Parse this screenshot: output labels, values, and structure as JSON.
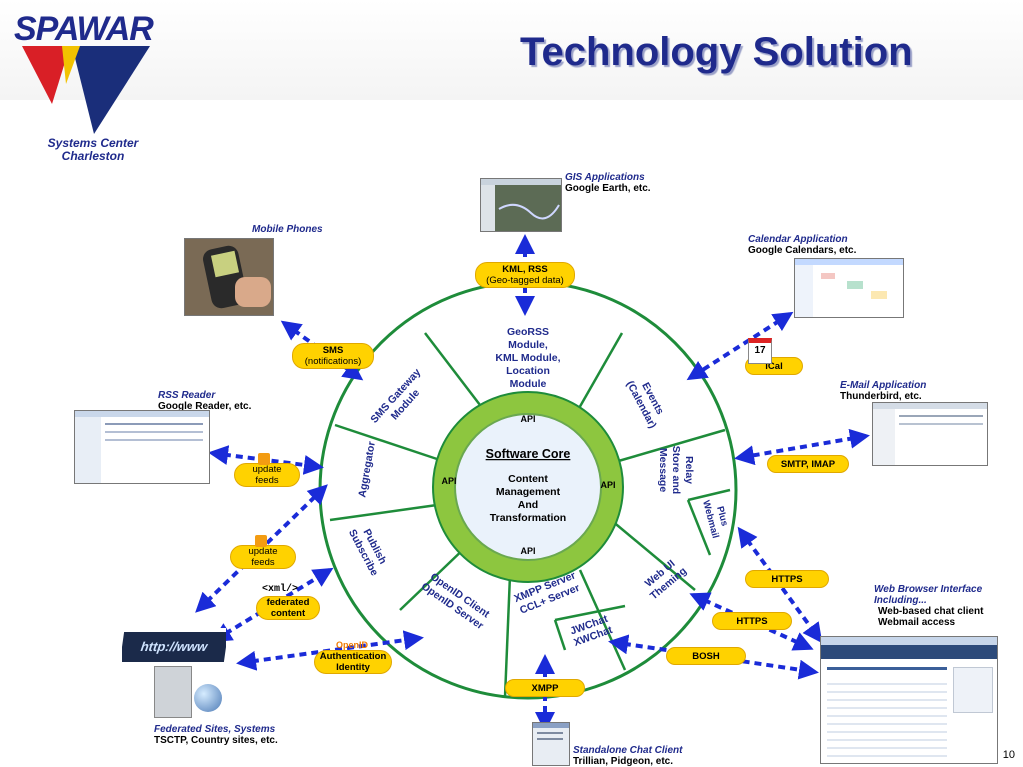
{
  "header": {
    "logo_text": "SPAWAR",
    "logo_sub": "Systems Center Charleston",
    "title": "Technology Solution"
  },
  "core": {
    "title": "Software Core",
    "body": [
      "Content",
      "Management",
      "And",
      "Transformation"
    ],
    "api_label": "API"
  },
  "segments": {
    "georss": [
      "GeoRSS",
      "Module,",
      "KML Module,",
      "Location",
      "Module"
    ],
    "events": [
      "Events",
      "(Calendar)"
    ],
    "message": [
      "Message",
      "Store and",
      "Relay"
    ],
    "webmail": [
      "Webmail",
      "Plus"
    ],
    "webui": [
      "Web UI",
      "Theming"
    ],
    "xmpp": [
      "XMPP Server",
      "CCL+ Server"
    ],
    "jwchat": [
      "JWChat",
      "XWChat"
    ],
    "openid": [
      "OpenID Client",
      "OpenID Server"
    ],
    "publish": [
      "Publish",
      "Subscribe"
    ],
    "aggregator": [
      "Aggregator"
    ],
    "sms": [
      "SMS Gateway",
      "Module"
    ]
  },
  "connectors": {
    "kml": {
      "label": "KML, RSS",
      "sub": "(Geo-tagged data)"
    },
    "sms": {
      "label": "SMS",
      "sub": "(notifications)"
    },
    "ical": {
      "label": "iCal"
    },
    "smtp": {
      "label": "SMTP, IMAP"
    },
    "rss1": {
      "label": "update",
      "sub": "feeds"
    },
    "rss2": {
      "label": "update",
      "sub": "feeds"
    },
    "federated": {
      "xml": "<xml/>",
      "label": "federated",
      "sub": "content"
    },
    "auth": {
      "brand": "OpenID",
      "label": "Authentication",
      "sub": "Identity"
    },
    "xmpp": {
      "label": "XMPP"
    },
    "https1": {
      "label": "HTTPS"
    },
    "https2": {
      "label": "HTTPS"
    },
    "bosh": {
      "label": "BOSH"
    }
  },
  "clients": {
    "gis": {
      "title": "GIS Applications",
      "sub": "Google Earth, etc."
    },
    "mobile": {
      "title": "Mobile Phones"
    },
    "calendar": {
      "title": "Calendar Application",
      "sub": "Google Calendars, etc."
    },
    "rss": {
      "title": "RSS Reader",
      "sub": "Google Reader, etc."
    },
    "email": {
      "title": "E-Mail Application",
      "sub": "Thunderbird, etc."
    },
    "web": {
      "title": "Web Browser Interface",
      "title2": "Including...",
      "sub": "Web-based chat client",
      "sub2": "Webmail access"
    },
    "federated": {
      "title": "Federated Sites, Systems",
      "sub": "TSCTP, Country sites, etc.",
      "url_text": "http://www"
    },
    "chat": {
      "title": "Standalone Chat Client",
      "sub": "Trillian, Pidgeon, etc."
    }
  },
  "calendar_icon_day": "17",
  "page_number": "10",
  "colors": {
    "ring": "#1e8c3a",
    "core_fill": "#8dc63f",
    "title": "#1f2a8c",
    "arrow": "#1a2bd8",
    "pill": "#ffd200"
  }
}
